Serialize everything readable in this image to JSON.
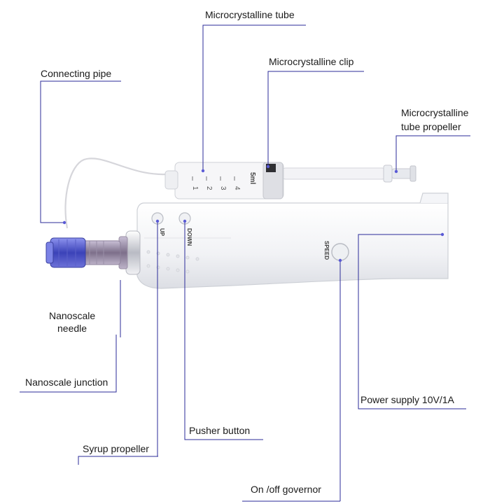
{
  "device": {
    "up_label": "UP",
    "down_label": "DOWN",
    "speed_label": "SPEED",
    "syringe_volume": "5ml",
    "syringe_ticks": [
      "1",
      "2",
      "3",
      "4"
    ]
  },
  "callouts": {
    "microcrystalline_tube": "Microcrystalline tube",
    "microcrystalline_clip": "Microcrystalline clip",
    "connecting_pipe": "Connecting pipe",
    "tube_propeller_line1": "Microcrystalline",
    "tube_propeller_line2": "tube propeller",
    "nanoscale_needle_line1": "Nanoscale",
    "nanoscale_needle_line2": "needle",
    "nanoscale_junction": "Nanoscale junction",
    "power_supply": "Power supply 10V/1A",
    "pusher_button": "Pusher button",
    "syrup_propeller": "Syrup propeller",
    "on_off_governor": "On /off governor"
  },
  "colors": {
    "leader_line": "#2b2b99",
    "leader_dot": "#5a5ad6",
    "device_body": "#f4f5f8",
    "needle_tip": "#4f56c8"
  }
}
